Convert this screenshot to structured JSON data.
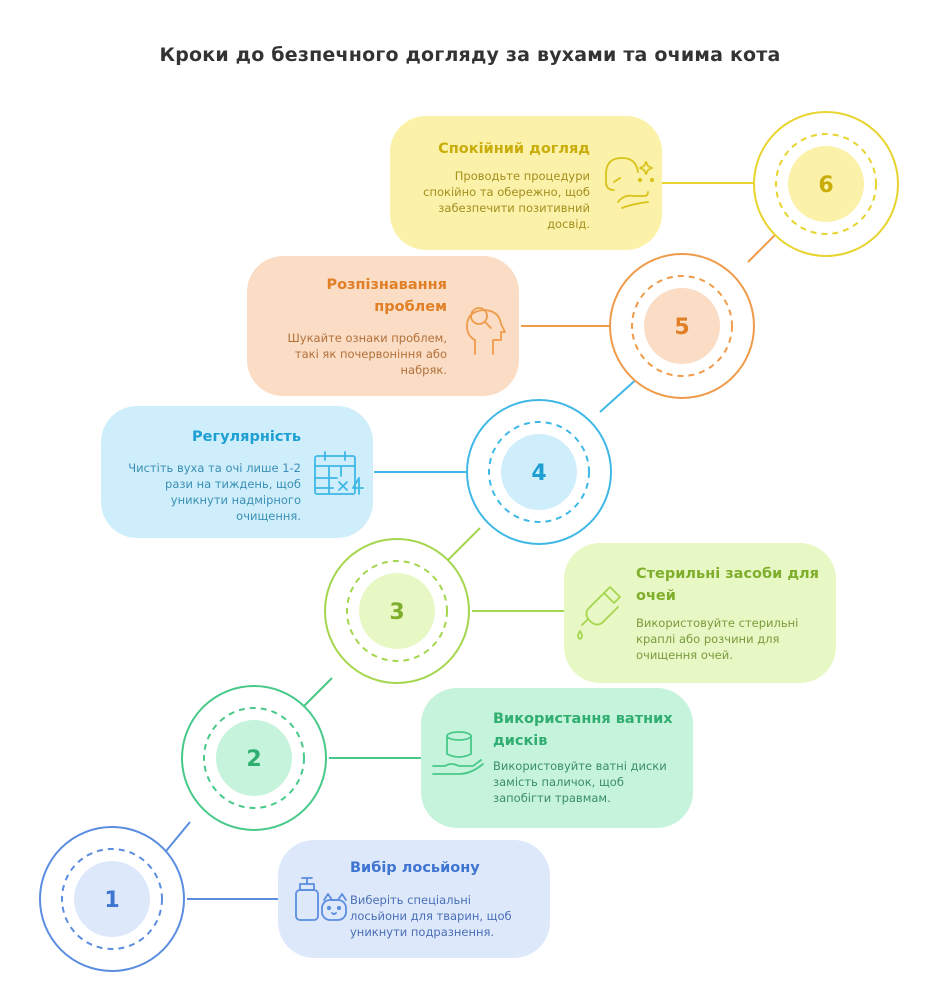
{
  "title": "Кроки до безпечного догляду за вухами та очима кота",
  "steps": [
    {
      "number": "1",
      "title": "Вибір лосьйону",
      "description": "Виберіть спеціальні лосьйони для тварин, щоб уникнути подразнення.",
      "icon": "lotion-cat-icon",
      "color": "#5b8de0",
      "fill": "#dde8fb",
      "text_color": "#3f74d1"
    },
    {
      "number": "2",
      "title": "Використання ватних дисків",
      "description": "Використовуйте ватні диски замість паличок, щоб запобігти травмам.",
      "icon": "cotton-pads-icon",
      "color": "#48c98a",
      "fill": "#c6f3dc",
      "text_color": "#2fae70"
    },
    {
      "number": "3",
      "title": "Стерильні засоби для очей",
      "description": "Використовуйте стерильні краплі або розчини для очищення очей.",
      "icon": "eye-drops-icon",
      "color": "#a4d64e",
      "fill": "#e8f8c4",
      "text_color": "#7fae2c"
    },
    {
      "number": "4",
      "title": "Регулярність",
      "description": "Чистіть вуха та очі лише 1-2 рази на тиждень, щоб уникнути надмірного очищення.",
      "icon": "calendar-x4-icon",
      "color": "#3fb8e6",
      "fill": "#cfeefb",
      "text_color": "#1d9fd3"
    },
    {
      "number": "5",
      "title": "Розпізнавання проблем",
      "description": "Шукайте ознаки проблем, такі як почервоніння або набряк.",
      "icon": "head-search-icon",
      "color": "#ef9b4a",
      "fill": "#fbdcc4",
      "text_color": "#e07f26"
    },
    {
      "number": "6",
      "title": "Спокійний догляд",
      "description": "Проводьте процедури спокійно та обережно, щоб забезпечити позитивний досвід.",
      "icon": "calm-care-icon",
      "color": "#e8d42e",
      "fill": "#fbf1a8",
      "text_color": "#c9ad0a"
    }
  ]
}
